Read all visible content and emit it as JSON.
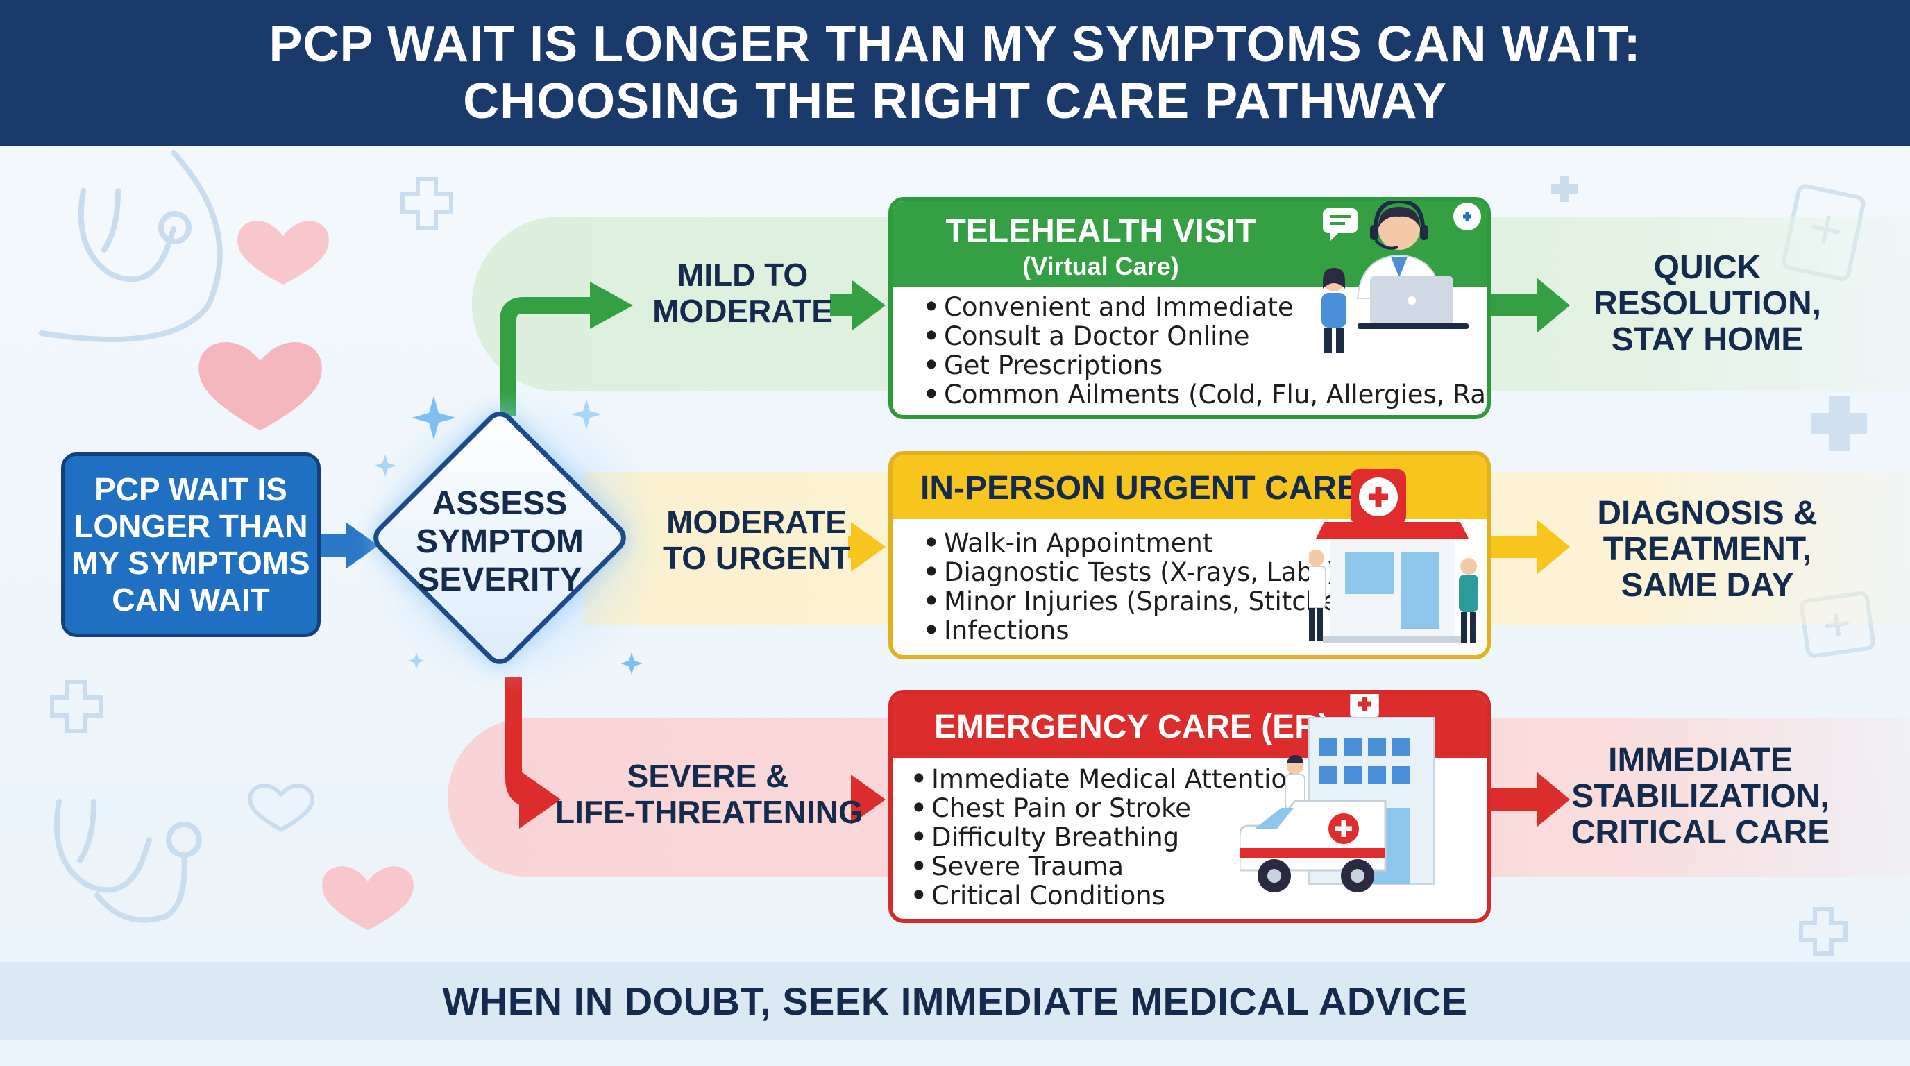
{
  "header": {
    "title_line1": "PCP WAIT IS LONGER THAN MY SYMPTOMS CAN WAIT:",
    "title_line2": "CHOOSING THE RIGHT CARE PATHWAY"
  },
  "start": {
    "label": "PCP WAIT IS LONGER THAN MY SYMPTOMS CAN WAIT"
  },
  "decision": {
    "label": "ASSESS SYMPTOM SEVERITY"
  },
  "pathways": [
    {
      "severity_line1": "MILD TO",
      "severity_line2": "MODERATE",
      "title": "TELEHEALTH VISIT",
      "subtitle": "(Virtual Care)",
      "items": [
        "Convenient and Immediate",
        "Consult a Doctor Online",
        "Get Prescriptions",
        "Common Ailments (Cold, Flu, Allergies, Rashes)"
      ],
      "outcome_line1": "QUICK",
      "outcome_line2": "RESOLUTION,",
      "outcome_line3": "STAY HOME",
      "color": "#34a043"
    },
    {
      "severity_line1": "MODERATE",
      "severity_line2": "TO URGENT",
      "title": "IN-PERSON URGENT CARE",
      "items": [
        "Walk-in Appointment",
        "Diagnostic Tests (X-rays, Labs)",
        "Minor Injuries (Sprains, Stitches)",
        "Infections"
      ],
      "outcome_line1": "DIAGNOSIS &",
      "outcome_line2": "TREATMENT,",
      "outcome_line3": "SAME DAY",
      "color": "#f8c51f"
    },
    {
      "severity_line1": "SEVERE &",
      "severity_line2": "LIFE-THREATENING",
      "title": "EMERGENCY CARE (ER)",
      "items": [
        "Immediate Medical Attention",
        "Chest Pain or Stroke",
        "Difficulty Breathing",
        "Severe Trauma",
        "Critical Conditions"
      ],
      "outcome_line1": "IMMEDIATE",
      "outcome_line2": "STABILIZATION,",
      "outcome_line3": "CRITICAL CARE",
      "color": "#dc2c2c"
    }
  ],
  "footer": {
    "text": "WHEN IN DOUBT, SEEK IMMEDIATE MEDICAL ADVICE"
  },
  "colors": {
    "header_bg": "#1a3a6b",
    "start_box": "#1f6fc2",
    "arrow_blue": "#2b78c8"
  }
}
